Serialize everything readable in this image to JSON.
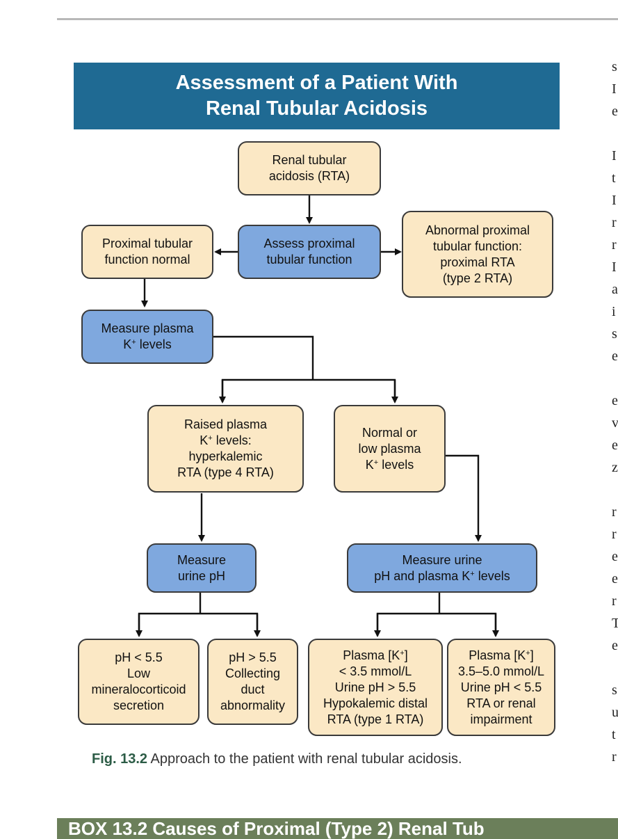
{
  "title": {
    "line1": "Assessment of a Patient With",
    "line2": "Renal Tubular Acidosis"
  },
  "nodes": {
    "rta": [
      "Renal tubular",
      "acidosis (RTA)"
    ],
    "assess_proximal": [
      "Assess proximal",
      "tubular function"
    ],
    "proximal_normal": [
      "Proximal tubular",
      "function normal"
    ],
    "abnormal_proximal": [
      "Abnormal proximal",
      "tubular function:",
      "proximal RTA",
      "(type 2 RTA)"
    ],
    "measure_k": {
      "line1": "Measure plasma",
      "k": "K",
      "sup": "+",
      "rest": " levels"
    },
    "raised_k": {
      "line1": "Raised plasma",
      "k": "K",
      "sup": "+",
      "rest": " levels:",
      "line3": "hyperkalemic",
      "line4": "RTA (type 4 RTA)"
    },
    "normal_low_k": {
      "line1": "Normal or",
      "line2": "low plasma",
      "k": "K",
      "sup": "+",
      "rest": " levels"
    },
    "measure_urine_ph": [
      "Measure",
      "urine pH"
    ],
    "measure_urine_ph_k": {
      "line1": "Measure urine",
      "pre": "pH and plasma K",
      "sup": "+",
      "rest": " levels"
    },
    "ph_lt": [
      "pH < 5.5",
      "Low",
      "mineralocorticoid",
      "secretion"
    ],
    "ph_gt": [
      "pH > 5.5",
      "Collecting",
      "duct",
      "abnormality"
    ],
    "plasma_low": {
      "pre": "Plasma [K",
      "sup": "+",
      "post": "]",
      "line2": "< 3.5 mmol/L",
      "line3": "Urine pH > 5.5",
      "line4": "Hypokalemic distal",
      "line5": "RTA (type 1 RTA)"
    },
    "plasma_mid": {
      "pre": "Plasma [K",
      "sup": "+",
      "post": "]",
      "line2": "3.5–5.0 mmol/L",
      "line3": "Urine pH < 5.5",
      "line4": "RTA or renal",
      "line5": "impairment"
    }
  },
  "caption": {
    "label": "Fig. 13.2",
    "text": " Approach to the patient with renal tubular acidosis."
  },
  "right_column_letters": [
    "s",
    "I",
    "e",
    "",
    "I",
    "t",
    "I",
    "r",
    "r",
    "I",
    "a",
    "i",
    "s",
    "e",
    "",
    "e",
    "v",
    "e",
    "z",
    "",
    "r",
    "r",
    "e",
    "e",
    "r",
    "T",
    "e",
    "",
    "s",
    "u",
    "t",
    "r"
  ],
  "bottom_banner": "BOX 13.2   Causes of Proximal (Type 2) Renal Tub",
  "colors": {
    "header": "#1f6a93",
    "cream": "#fbe8c5",
    "blue": "#7fa8de",
    "caption_label": "#2c5c46"
  }
}
